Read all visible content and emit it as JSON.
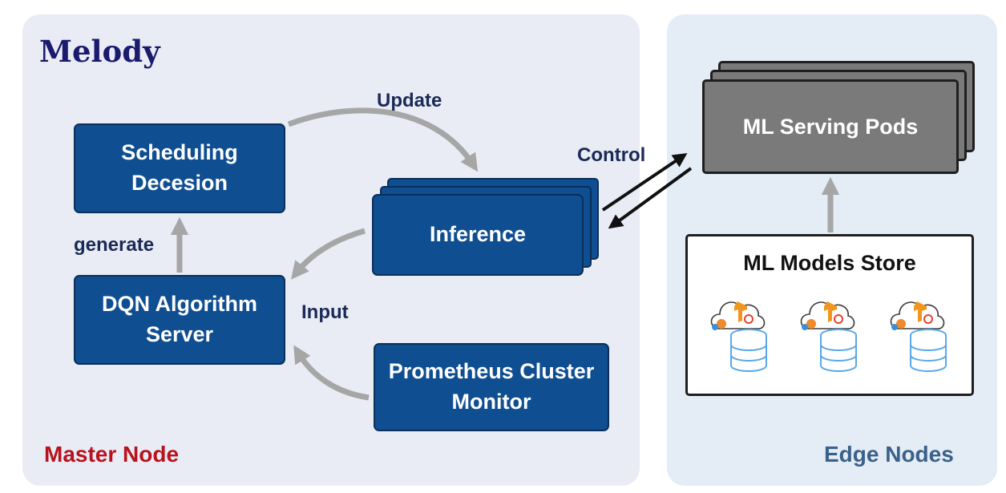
{
  "title": "Melody",
  "master_node": {
    "label": "Master Node",
    "boxes": {
      "scheduling": "Scheduling\nDecesion",
      "dqn": "DQN Algorithm\nServer",
      "inference": "Inference",
      "prometheus": "Prometheus Cluster\nMonitor"
    },
    "arrow_labels": {
      "update": "Update",
      "generate": "generate",
      "input": "Input",
      "control": "Control"
    }
  },
  "edge_nodes": {
    "label": "Edge Nodes",
    "serving_pods": "ML Serving Pods",
    "models_store": "ML Models Store",
    "model_icons": [
      "cloud-database-icon",
      "cloud-database-icon",
      "cloud-database-icon"
    ]
  },
  "colors": {
    "box_blue": "#0f4e91",
    "master_bg": "#e9ecf4",
    "edge_bg": "#e4ecf6",
    "master_label": "#b8121d",
    "edge_label": "#3a6189",
    "arrow_gray": "#a6a6a6"
  }
}
